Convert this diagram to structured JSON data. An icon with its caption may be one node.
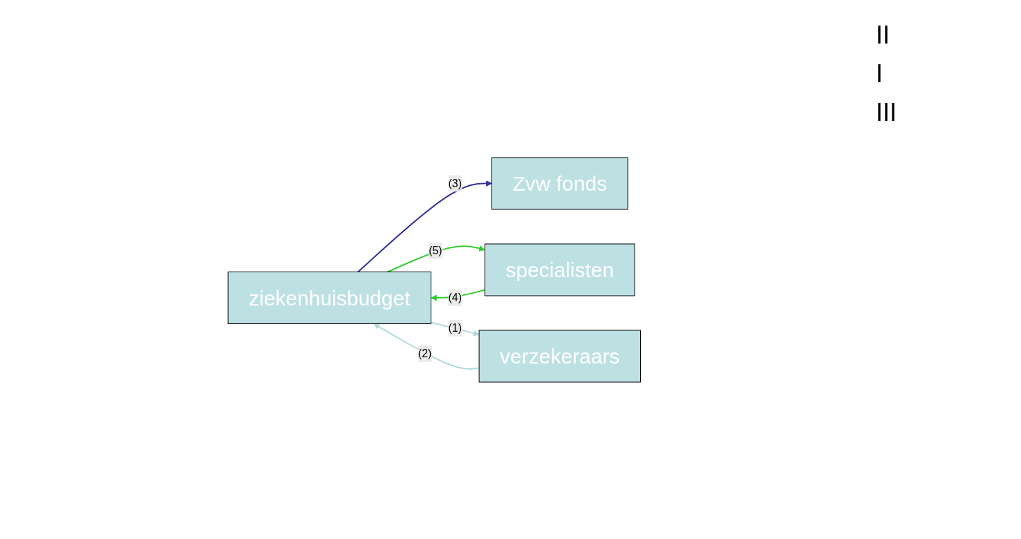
{
  "diagram": {
    "nodes": [
      {
        "text": [
          "Zvw fonds"
        ]
      },
      {
        "text": [
          "ziekenhuisbudget"
        ]
      },
      {
        "text": [
          "specialisten"
        ]
      },
      {
        "text": [
          "verzekeraars"
        ]
      }
    ],
    "edges": [
      {
        "from": 1,
        "to": 0,
        "arrow": "to",
        "label": "(3)",
        "color": "#333399"
      },
      {
        "from": 3,
        "to": 1,
        "arrow": "to",
        "label": "(2)",
        "color": "#b0dadd"
      },
      {
        "from": 2,
        "to": 1,
        "arrow": "to",
        "label": "(4)",
        "color": "#33cc33"
      },
      {
        "from": 1,
        "to": 2,
        "arrow": "to",
        "label": "(5)",
        "color": "#33cc33"
      },
      {
        "from": 1,
        "to": 3,
        "arrow": "to",
        "label": "(1)",
        "color": "#b0dadd"
      }
    ],
    "labels": [
      "II",
      "I",
      "III"
    ]
  }
}
